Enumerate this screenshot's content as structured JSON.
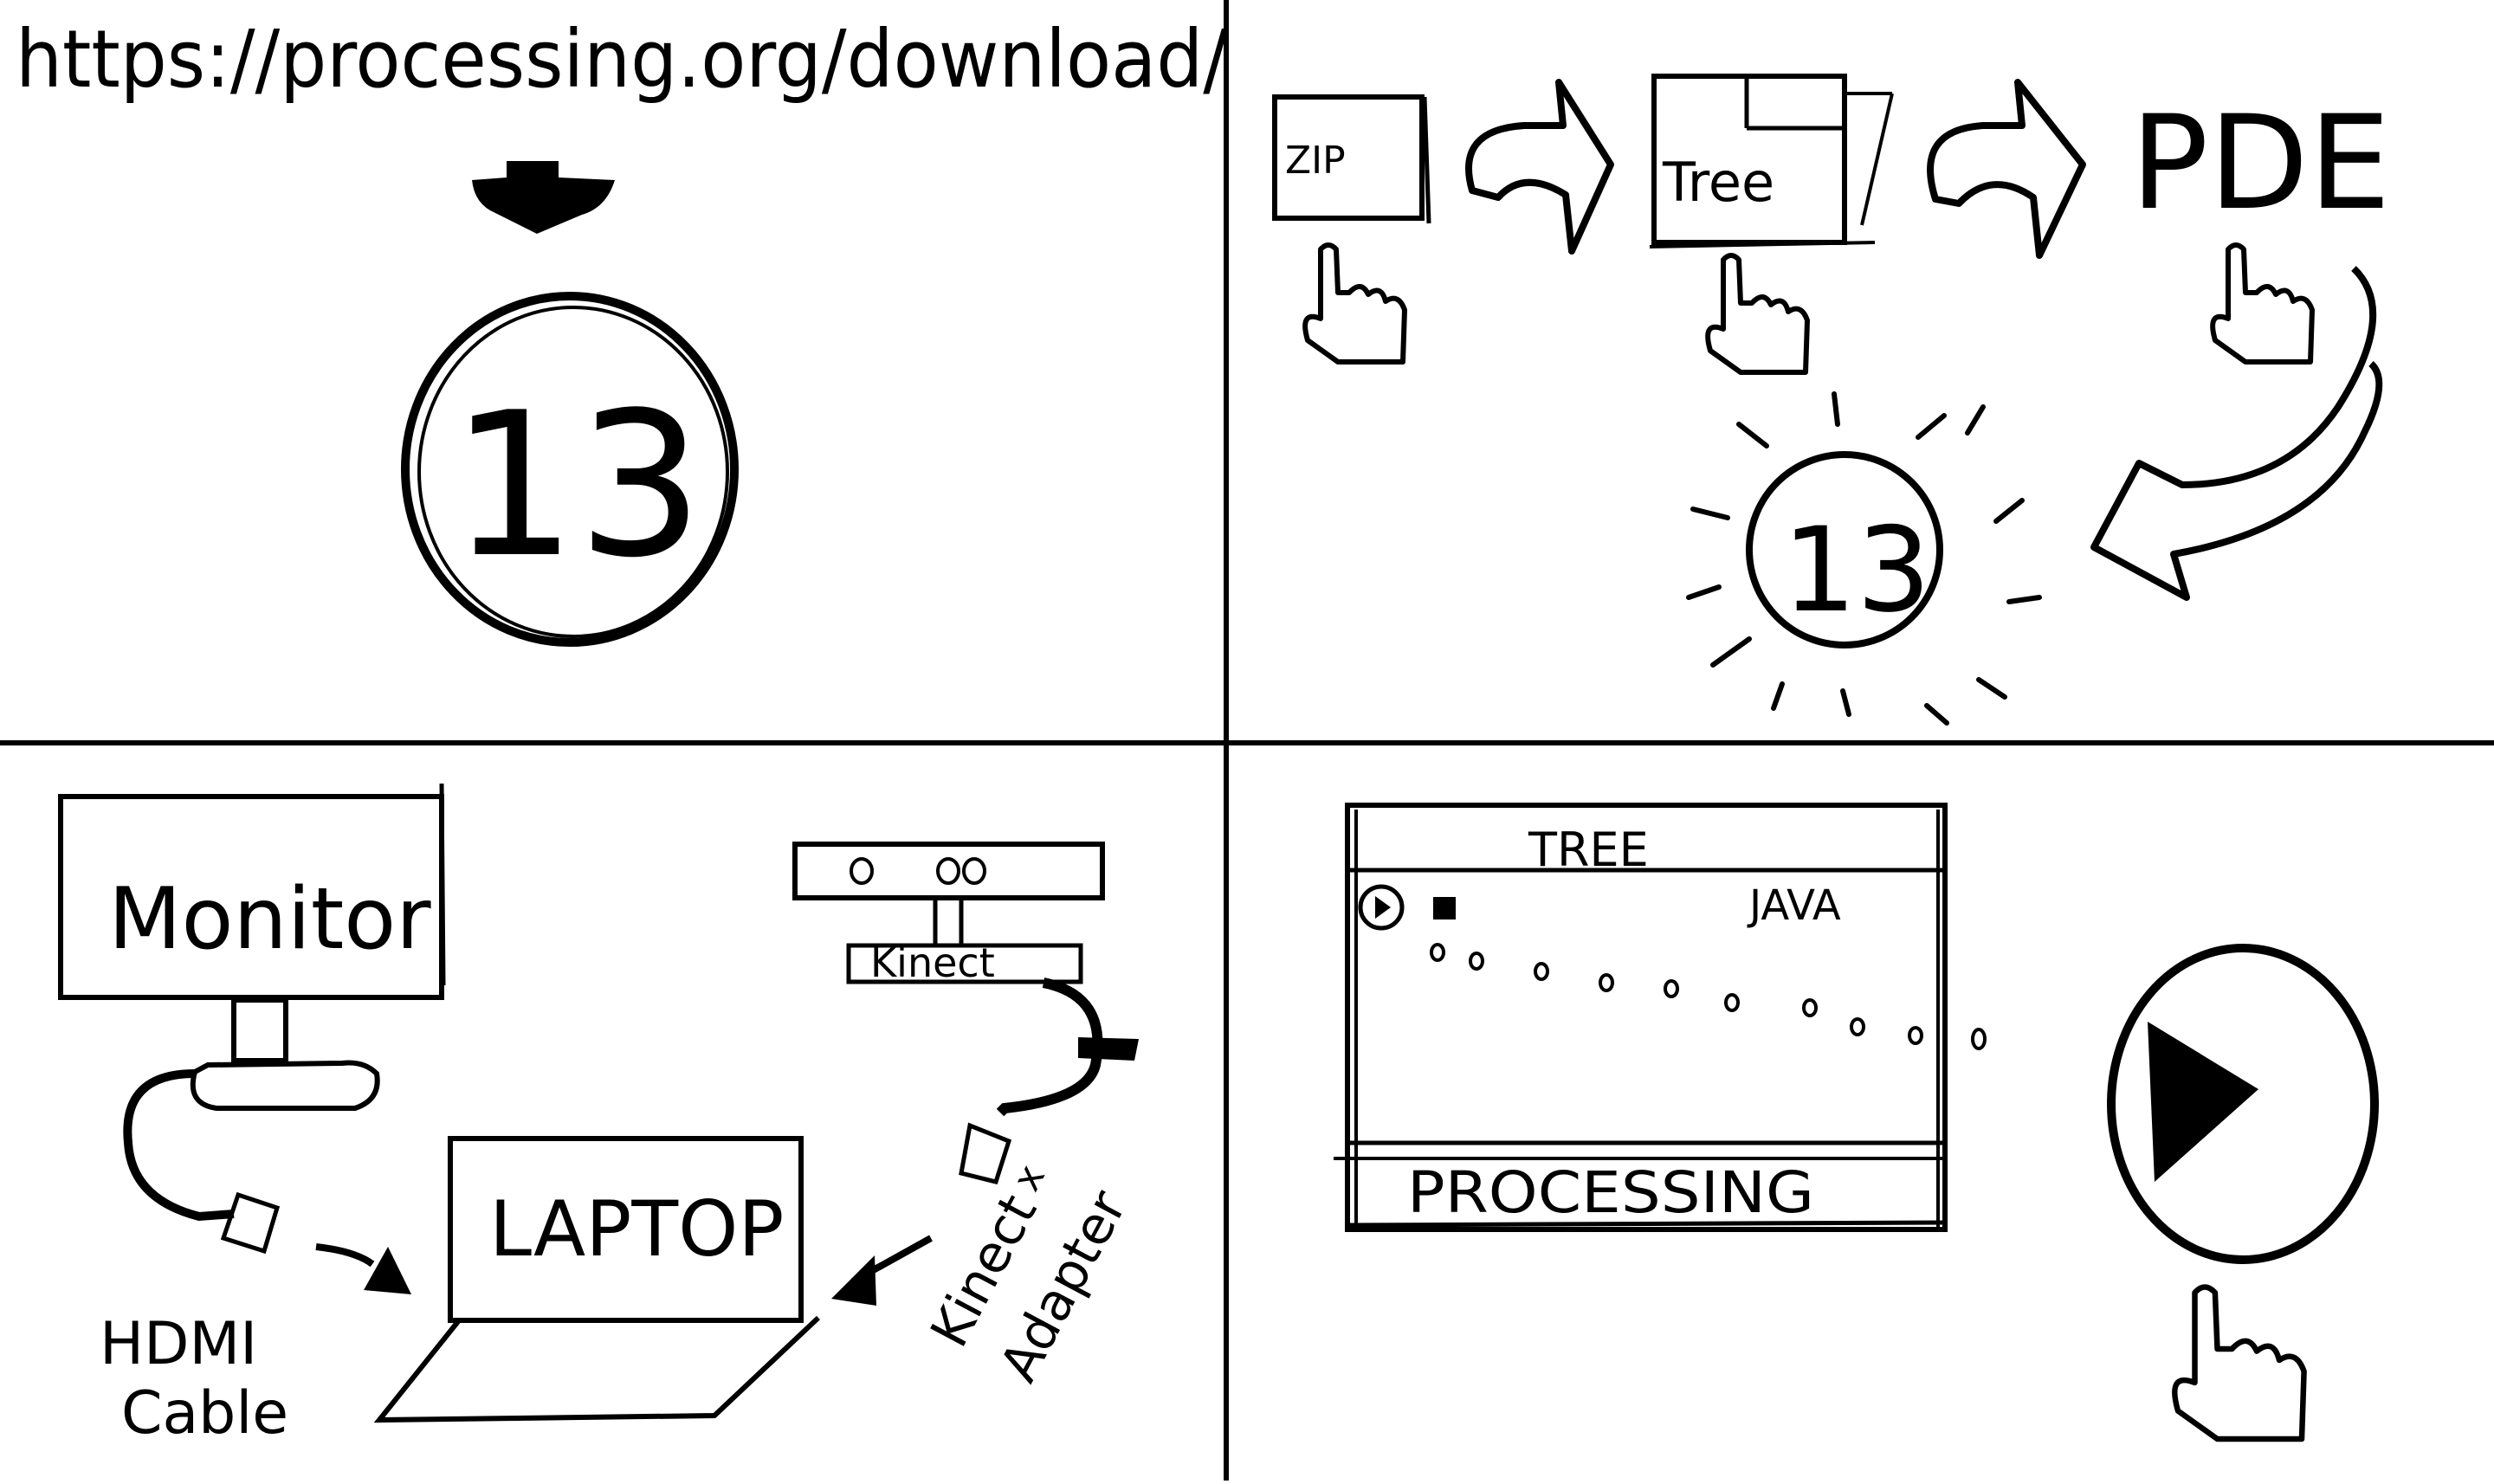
{
  "panel1": {
    "url": "https://processing.org/download/",
    "logo_text": "13"
  },
  "panel2": {
    "steps": [
      "ZIP",
      "Tree",
      "PDE"
    ],
    "logo_text": "13"
  },
  "panel3": {
    "monitor_label": "Monitor",
    "laptop_label": "LAPTOP",
    "kinect_label": "Kinect",
    "hdmi_label": "HDMI",
    "cable_label": "Cable",
    "kinect_adapter_label": "Kinect",
    "kinect_adapter_word": "Adapter",
    "kinect_adapter_mark": "x"
  },
  "panel4": {
    "sketch_title": "TREE",
    "mode_label": "JAVA",
    "footer_label": "PROCESSING"
  },
  "colors": {
    "ink": "#000000",
    "paper": "#ffffff"
  }
}
